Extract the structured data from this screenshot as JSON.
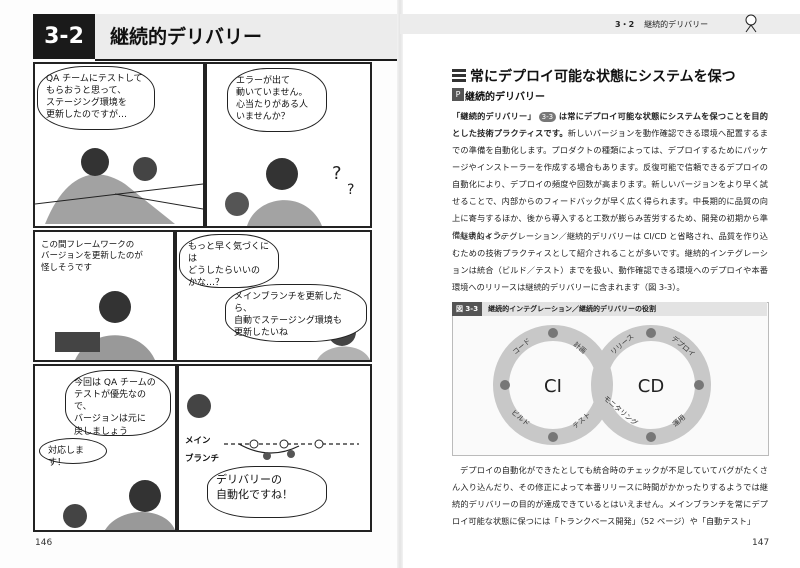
{
  "left_page": {
    "section_number": "3-2",
    "section_title": "継続的デリバリー",
    "page_number": "146",
    "manga": {
      "panel1_bubble": [
        "QA チームにテストして",
        "もらおうと思って、",
        "ステージング環境を",
        "更新したのですが…"
      ],
      "panel2_bubble": [
        "エラーが出て",
        "動いていません。",
        "心当たりがある人",
        "いませんか？"
      ],
      "panel3_text": [
        "この間フレームワークの",
        "バージョンを更新したのが",
        "怪しそうです"
      ],
      "panel4_bubble_a": [
        "もっと早く気づくには",
        "どうしたらいいの",
        "かな…？"
      ],
      "panel4_bubble_b": [
        "メインブランチを更新したら、",
        "自動でステージング環境も",
        "更新したいね"
      ],
      "panel5_bubble": [
        "今回は QA チームの",
        "テストが優先なので、",
        "バージョンは元に",
        "戻しましょう"
      ],
      "panel5_small": "対応します！",
      "panel6_label_main": "メイン",
      "panel6_label_branch": "ブランチ",
      "panel6_bubble": [
        "デリバリーの",
        "自動化ですね！"
      ]
    }
  },
  "right_page": {
    "running_head_section": "3・2",
    "running_head_title": "継続的デリバリー",
    "page_number": "147",
    "h2": "常にデプロイ可能な状態にシステムを保つ",
    "h3": "継続的デリバリー",
    "p1": {
      "lead_bold": "「継続的デリバリー」",
      "ref": "3-3",
      "bold_rest": "は常にデプロイ可能な状態にシステムを保つことを目的とした技術プラクティスです。",
      "rest": "新しいバージョンを動作確認できる環境へ配置するまでの準備を自動化します。プロダクトの種類によっては、デプロイするためにパッケージやインストーラーを作成する場合もあります。反復可能で信頼できるデプロイの自動化により、デプロイの頻度や回数が高まります。新しいバージョンをより早く試せることで、内部からのフィードバックが早く広く得られます。中長期的に品質の向上に寄与するほか、後から導入すると工数が膨らみ苦労するため、開発の初期から準備しましょう。"
    },
    "p2": "継続的インテグレーション／継続的デリバリーは CI/CD と省略され、品質を作り込むための技術プラクティスとして紹介されることが多いです。継続的インテグレーションは統合（ビルド／テスト）までを扱い、動作確認できる環境へのデプロイや本番環境へのリリースは継続的デリバリーに含まれます（図 3-3）。",
    "figure": {
      "tag": "図 3-3",
      "caption": "継続的インテグレーション／継続的デリバリーの役割",
      "ci_label": "CI",
      "cd_label": "CD",
      "ci_steps": [
        "コード",
        "計画",
        "テスト",
        "ビルド"
      ],
      "cd_steps": [
        "リリース",
        "デプロイ",
        "運用",
        "モニタリング"
      ]
    },
    "p3": "デプロイの自動化ができたとしても統合時のチェックが不足していてバグがたくさん入り込んだり、その修正によって本番リリースに時間がかかったりするようでは継続的デリバリーの目的が達成できているとはいえません。メインブランチを常にデプロイ可能な状態に保つには「トランクベース開発」（52 ページ）や「自動テスト」"
  },
  "colors": {
    "ink": "#222222",
    "gray_band": "#ececec",
    "ring": "#c8c8c8",
    "ring_dot": "#777777"
  }
}
